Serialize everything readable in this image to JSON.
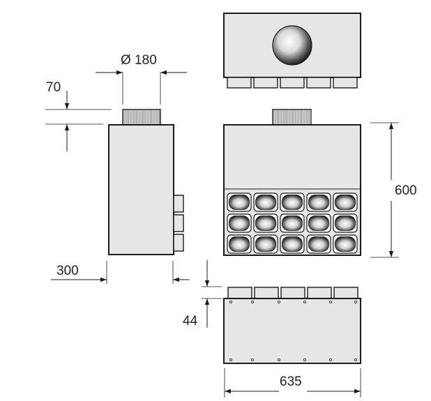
{
  "dimensions": {
    "collar_diameter": "Ø 180",
    "collar_height": "70",
    "depth": "300",
    "height": "600",
    "spigot_length": "44",
    "width": "635"
  },
  "colors": {
    "line": "#1a1a1a",
    "fill": "#e6e6e6",
    "background": "#ffffff"
  }
}
